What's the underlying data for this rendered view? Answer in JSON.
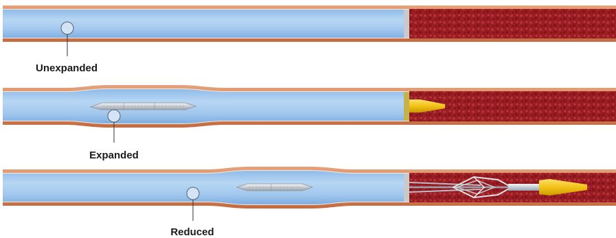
{
  "labels": {
    "unexpanded": "Unexpanded",
    "expanded": "Expanded",
    "reduced": "Reduced"
  },
  "colors": {
    "vessel_wall": "#cc7a4f",
    "sheath_blue": "#a9cdef",
    "sheath_dark": "#7eaee0",
    "blood": "#9a1c22",
    "tip_yellow": "#f3c218",
    "device_silver": "#d9dde3",
    "marker_fill": "#c9dcf4",
    "text": "#1a1a1a"
  }
}
